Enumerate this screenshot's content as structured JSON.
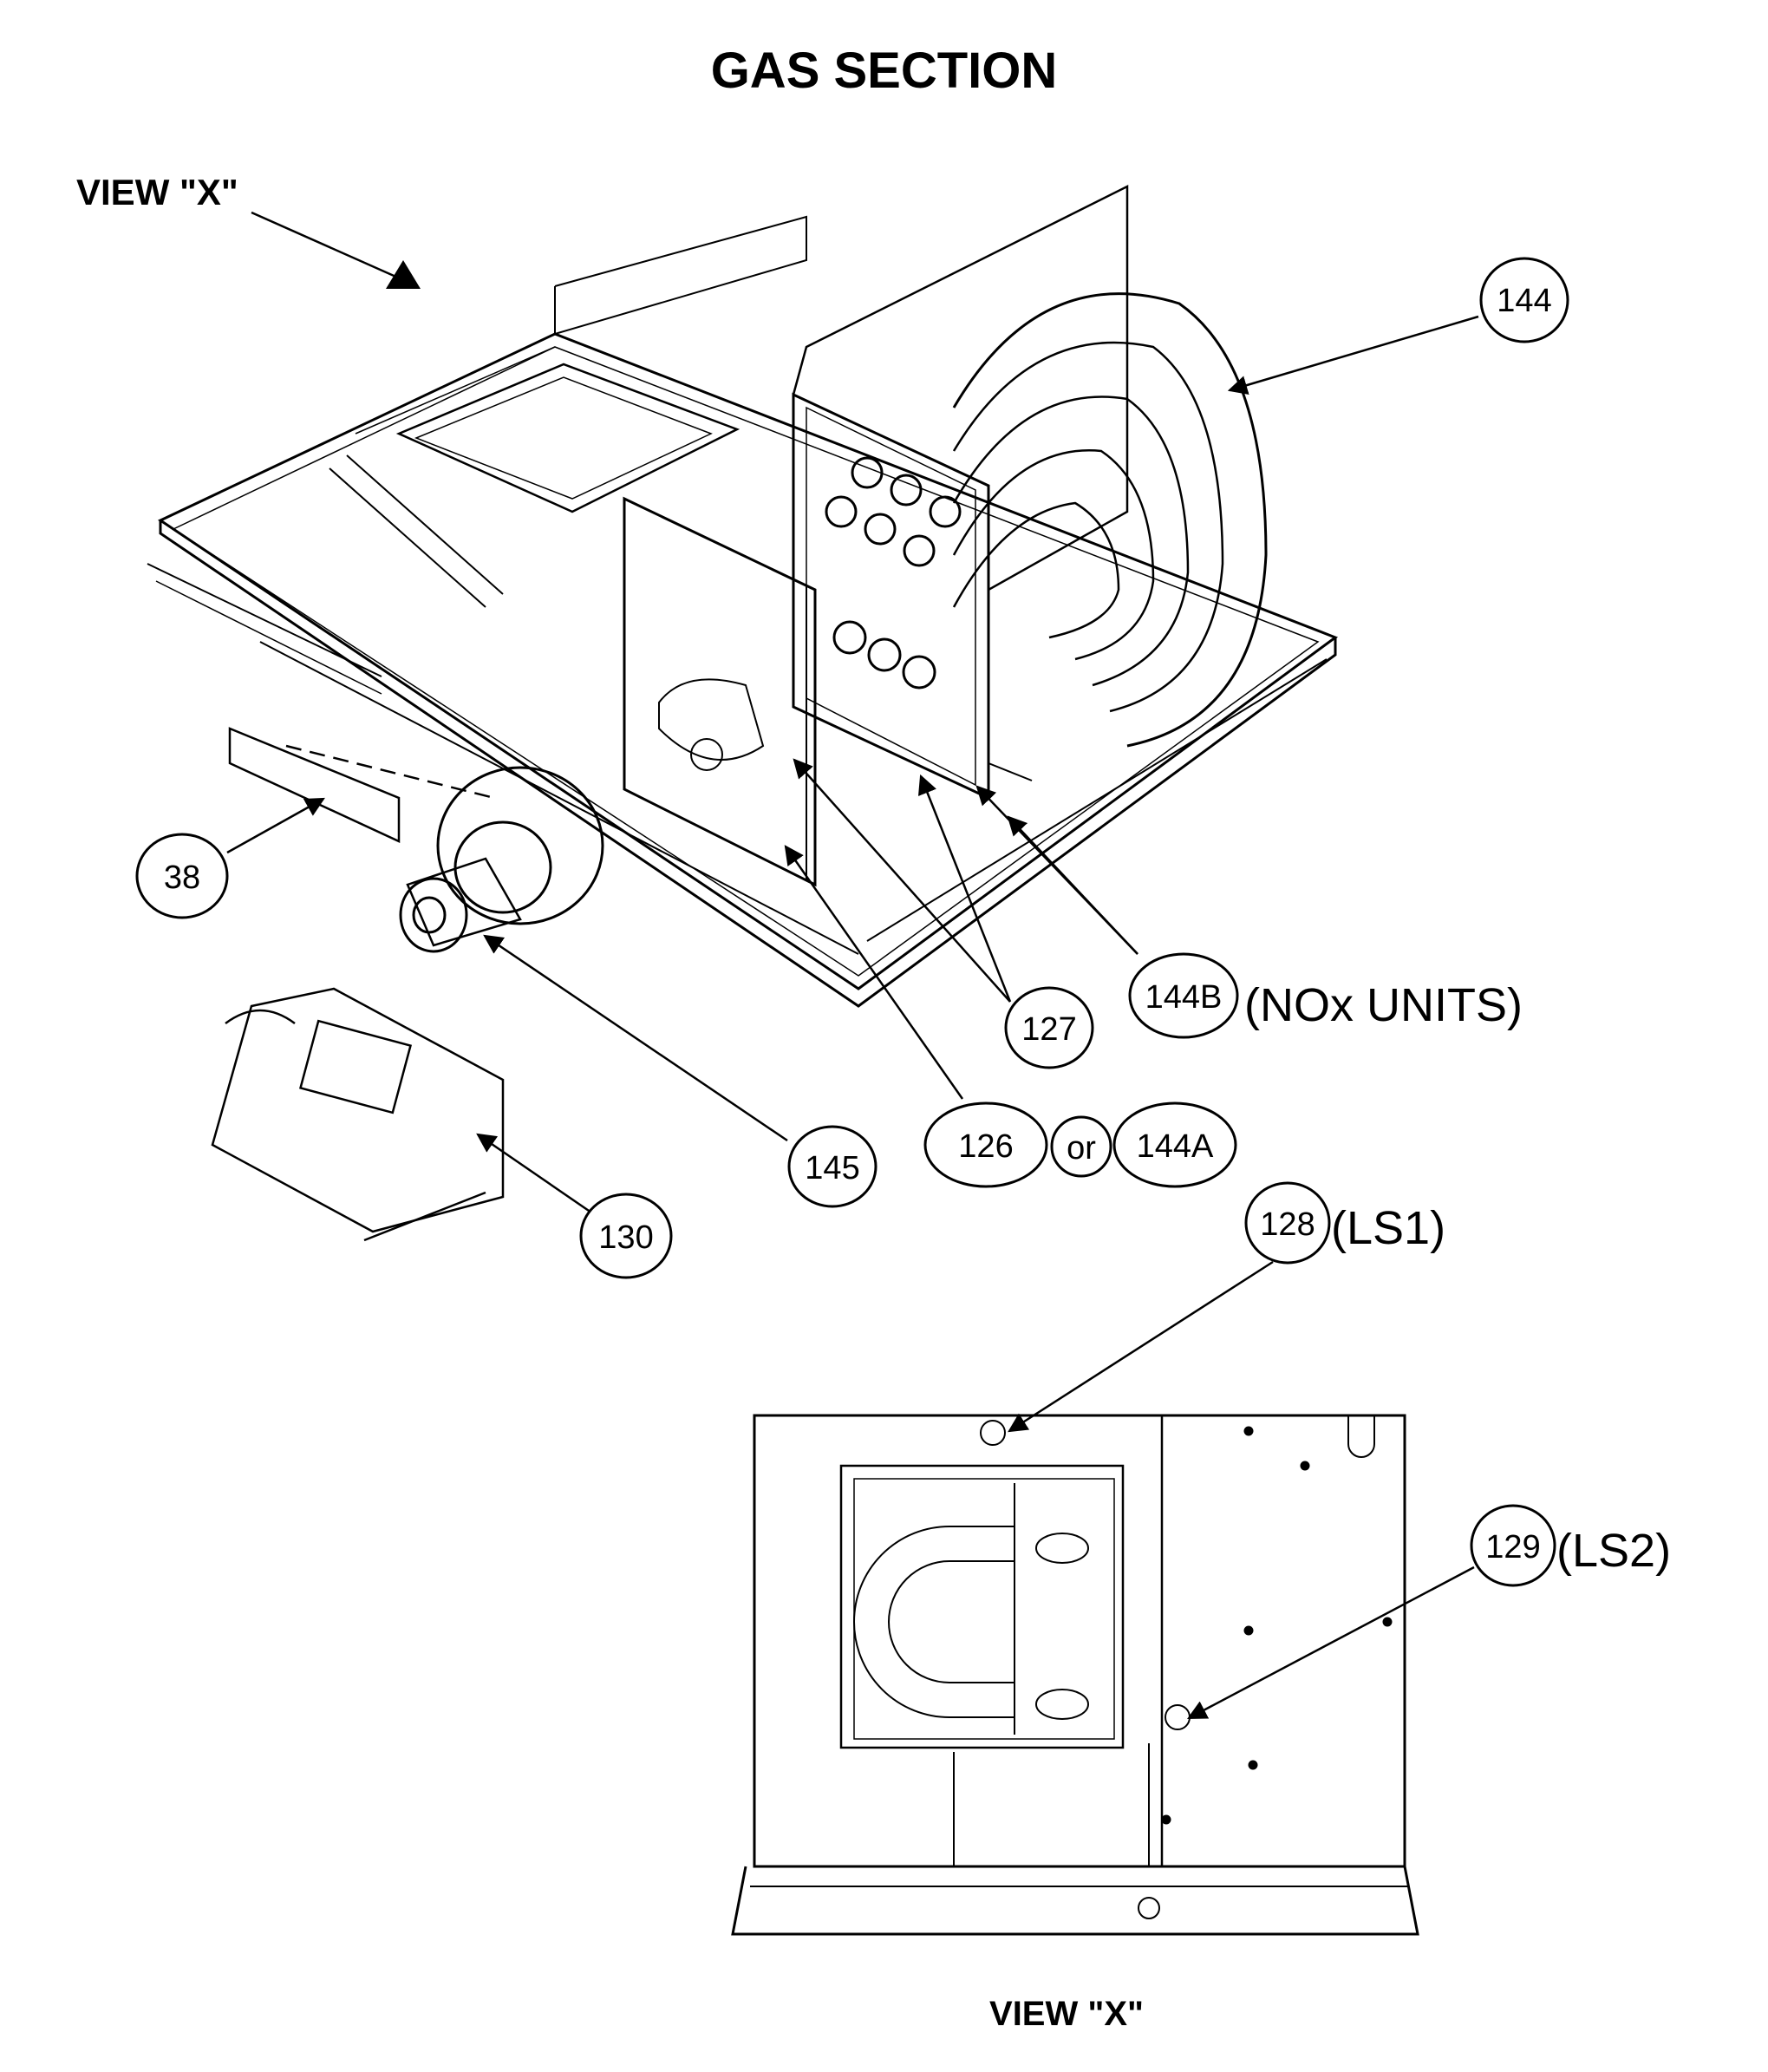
{
  "title": "GAS SECTION",
  "view_label_top": "VIEW \"X\"",
  "view_label_bottom": "VIEW \"X\"",
  "callouts": {
    "c144": "144",
    "c38": "38",
    "c127": "127",
    "c144b": "144B",
    "c144b_note": "(NOx UNITS)",
    "c145": "145",
    "c126": "126",
    "c_or": "or",
    "c144a": "144A",
    "c130": "130",
    "c128": "128",
    "c128_note": "(LS1)",
    "c129": "129",
    "c129_note": "(LS2)"
  }
}
